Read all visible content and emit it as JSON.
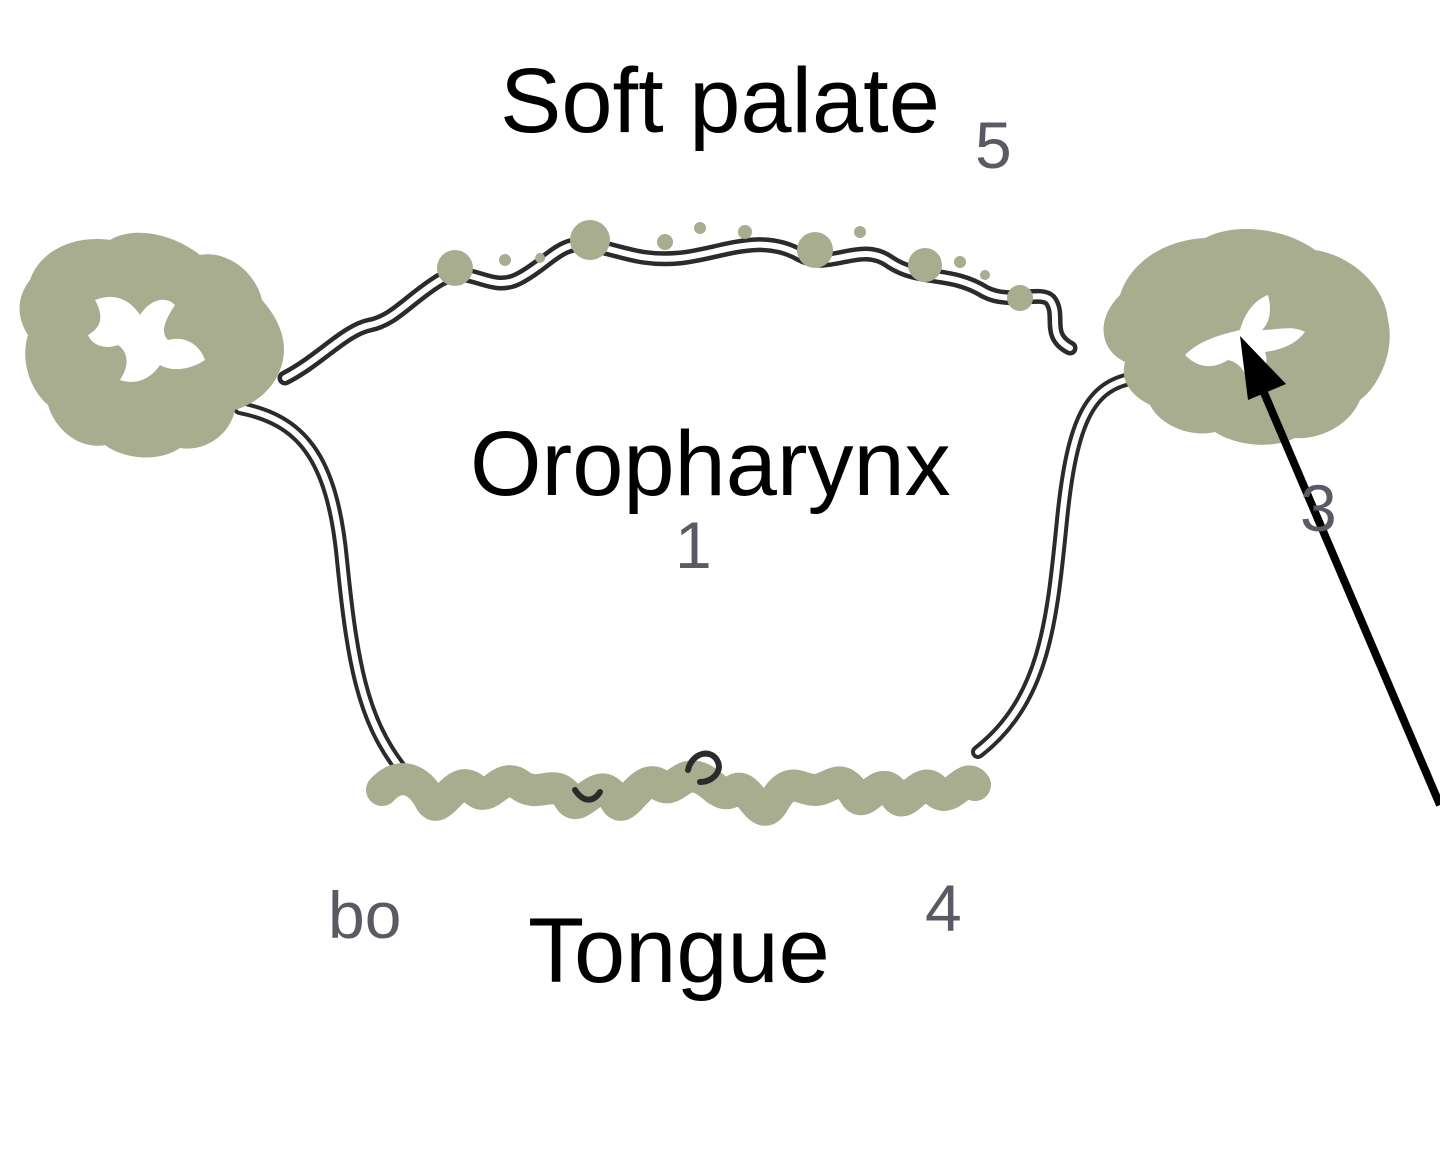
{
  "labels": {
    "soft_palate": "Soft palate",
    "oropharynx": "Oropharynx",
    "tongue": "Tongue",
    "num_1": "1",
    "num_3": "3",
    "num_4": "4",
    "num_5": "5",
    "bo": "bo"
  },
  "colors": {
    "tissue": "#a7ad8e",
    "outline": "#2b2b2b",
    "text": "#000000",
    "numbers": "#5a5a64",
    "arrow": "#000000"
  },
  "icons": {
    "pointer": "arrow-icon"
  }
}
